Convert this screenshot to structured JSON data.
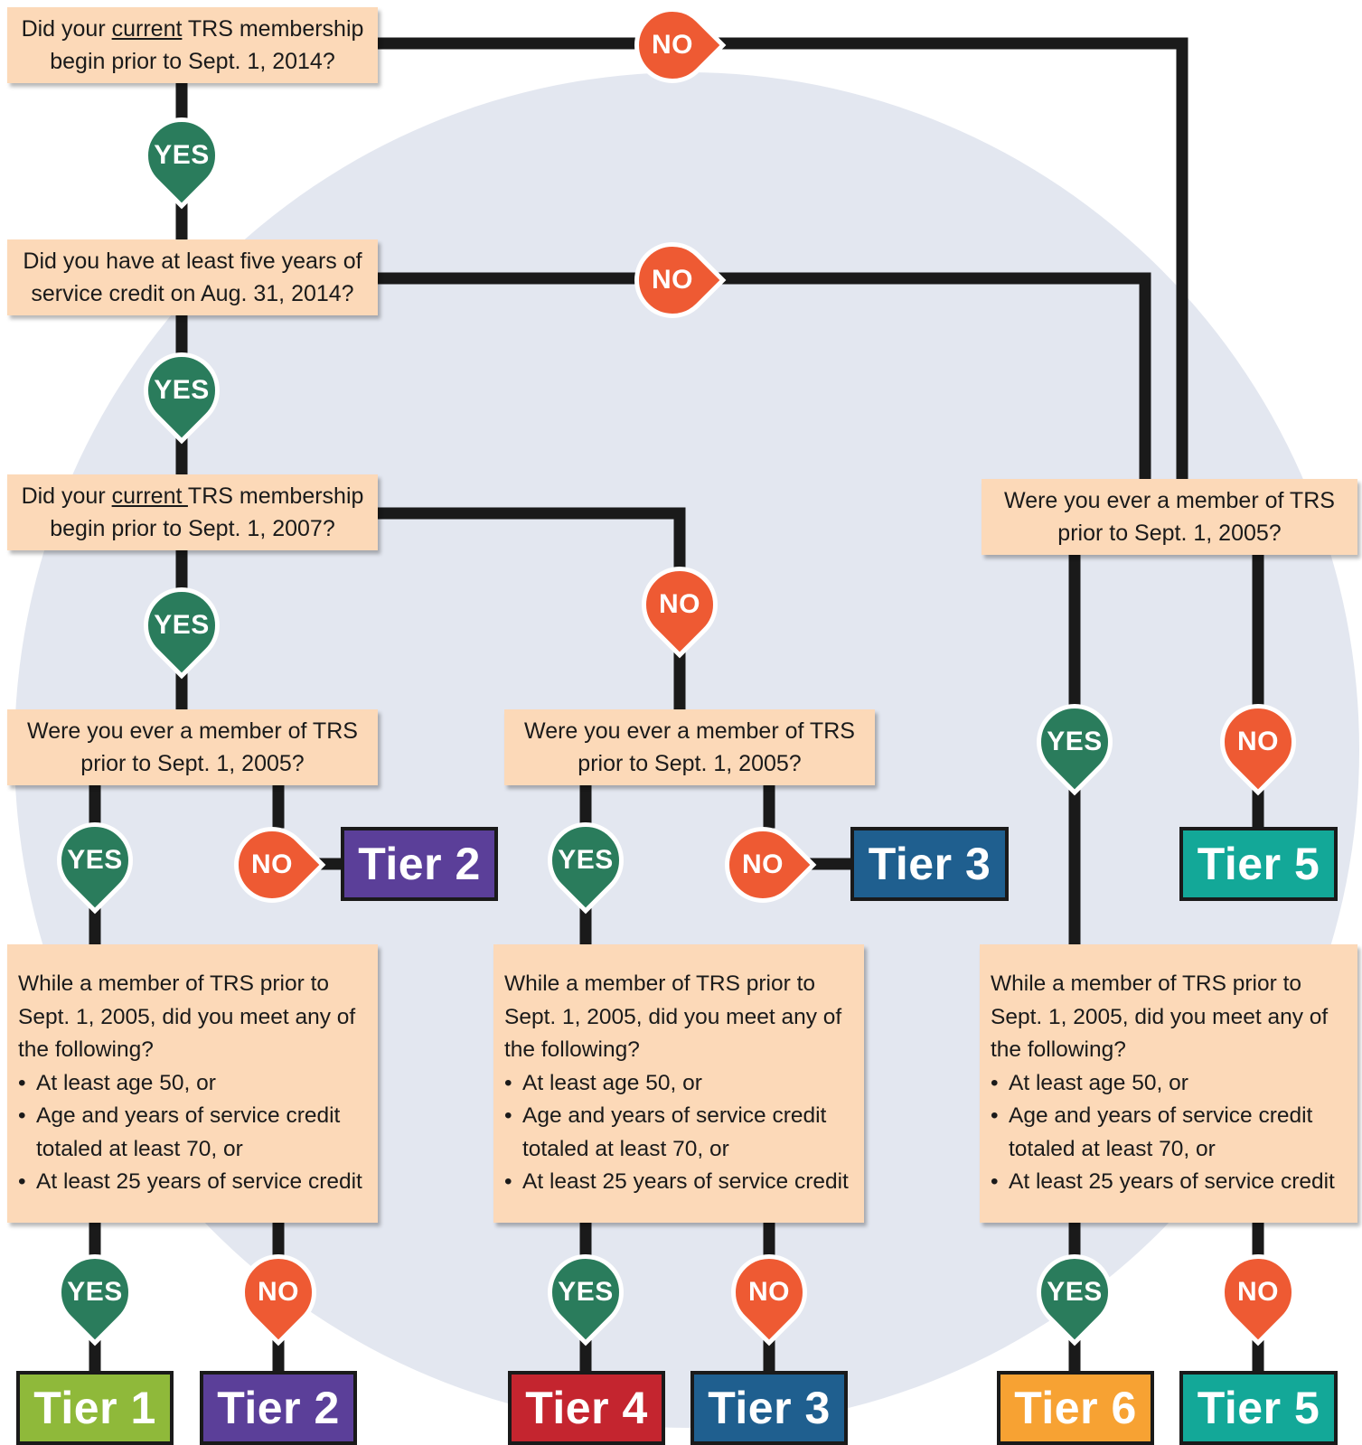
{
  "colors": {
    "box_fill": "#fcd9b8",
    "yes": "#2a7c5c",
    "no": "#ee5a33",
    "line": "#1a1a1a",
    "background_circle": "#e3e7f0",
    "tier1": "#8fb93a",
    "tier2": "#5b3f99",
    "tier3": "#1f5f8f",
    "tier4": "#c4252f",
    "tier5": "#13a898",
    "tier6": "#f7a233"
  },
  "questions": {
    "q1": {
      "pre": "Did your ",
      "u": "current",
      "post": " TRS membership begin prior to Sept. 1, 2014?"
    },
    "q2": {
      "text": "Did you have at least five years of service credit on  Aug. 31, 2014?"
    },
    "q3": {
      "pre": "Did your ",
      "u": "current ",
      "post": "TRS membership begin prior to Sept. 1, 2007?"
    },
    "q4a": {
      "text": "Were you ever a member of TRS prior to Sept. 1, 2005?"
    },
    "q4b": {
      "text": "Were you ever a member of TRS prior to Sept. 1, 2005?"
    },
    "q4c": {
      "text": "Were you ever a member of TRS prior to Sept. 1, 2005?"
    }
  },
  "big_question": {
    "intro": "While a member of TRS prior to Sept. 1, 2005, did you meet any of the following?",
    "bullets": [
      "At least age 50, or",
      "Age and years of service credit totaled at least 70, or",
      "At least 25 years of service credit"
    ]
  },
  "labels": {
    "yes": "YES",
    "no": "NO"
  },
  "tiers": {
    "t1": "Tier 1",
    "t2": "Tier 2",
    "t3": "Tier 3",
    "t4": "Tier 4",
    "t5": "Tier 5",
    "t6": "Tier 6"
  }
}
